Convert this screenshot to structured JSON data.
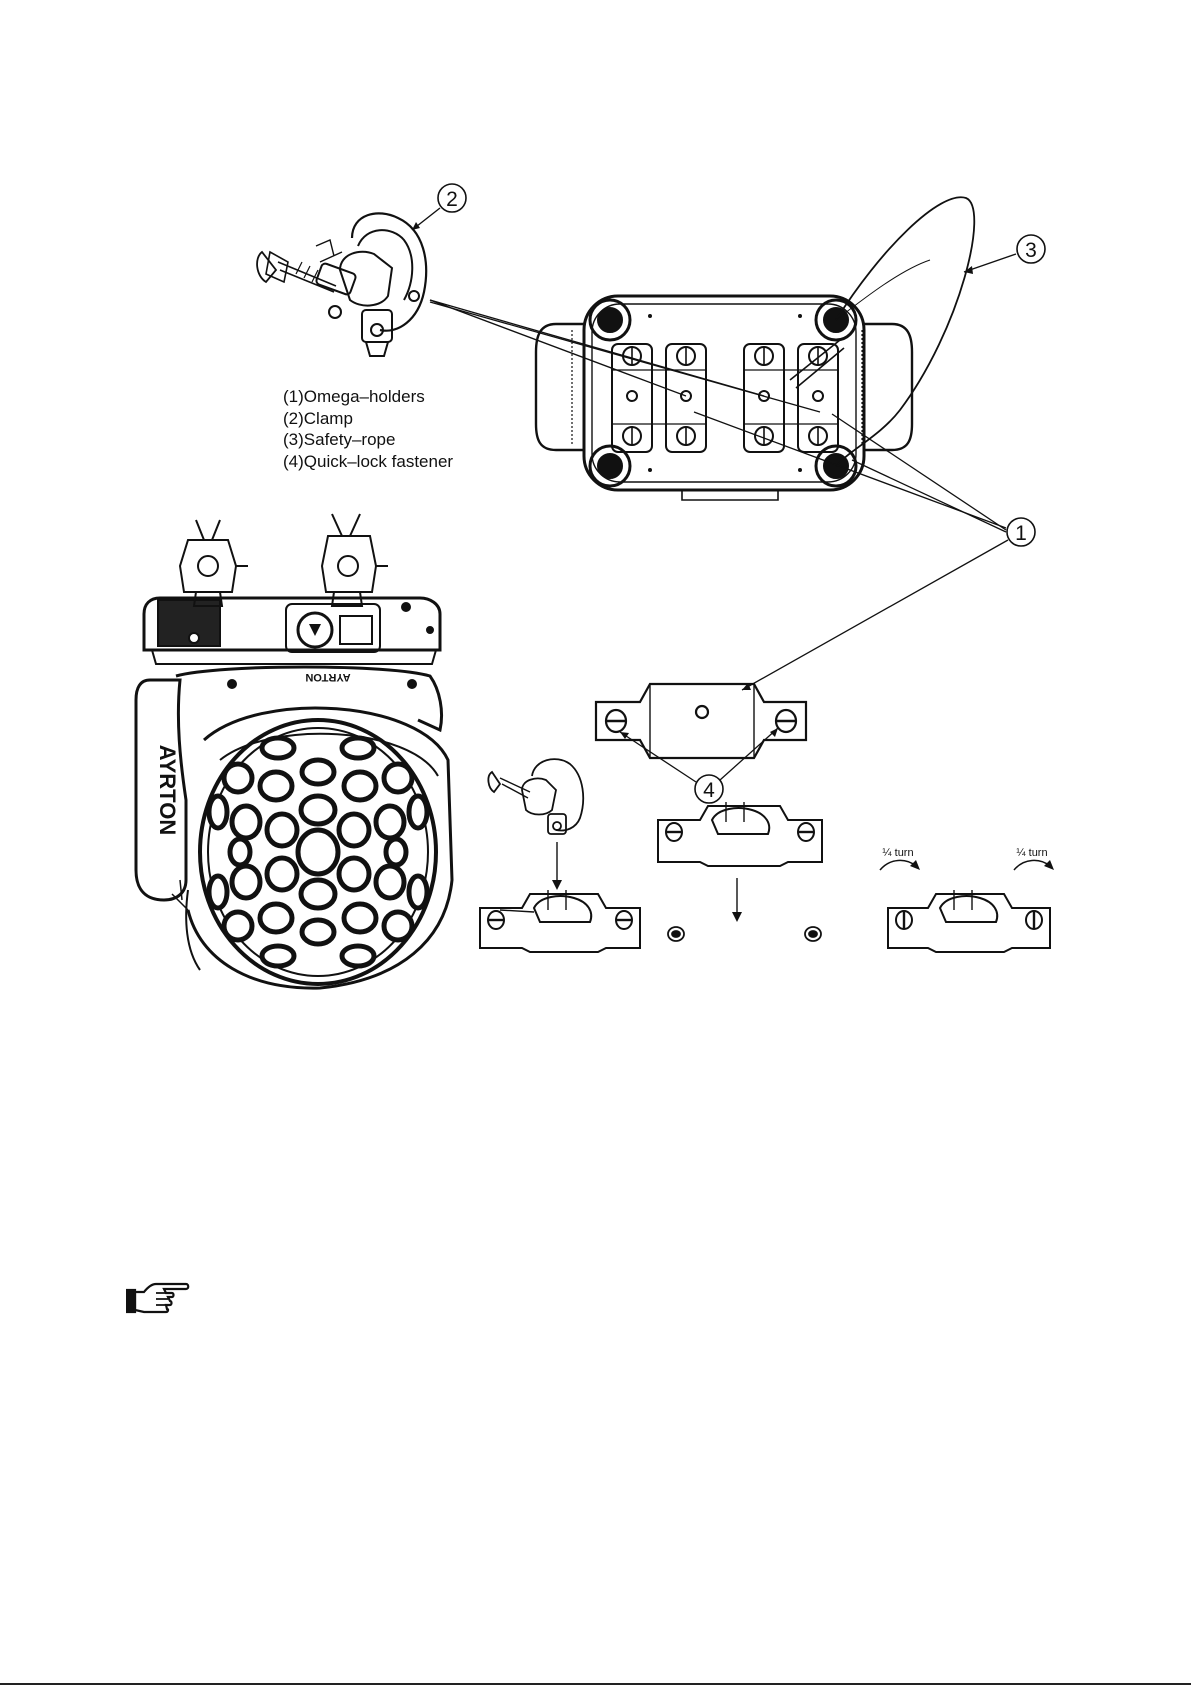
{
  "legend": {
    "items": [
      "(1)Omega–holders",
      "(2)Clamp",
      "(3)Safety–rope",
      "(4)Quick–lock fastener"
    ]
  },
  "callouts": {
    "c1": "1",
    "c2": "2",
    "c3": "3",
    "c4": "4"
  },
  "fixture_brand": "AYRTON",
  "turn_label": "¼ turn",
  "icons": {
    "note": "pointing-hand-icon"
  }
}
